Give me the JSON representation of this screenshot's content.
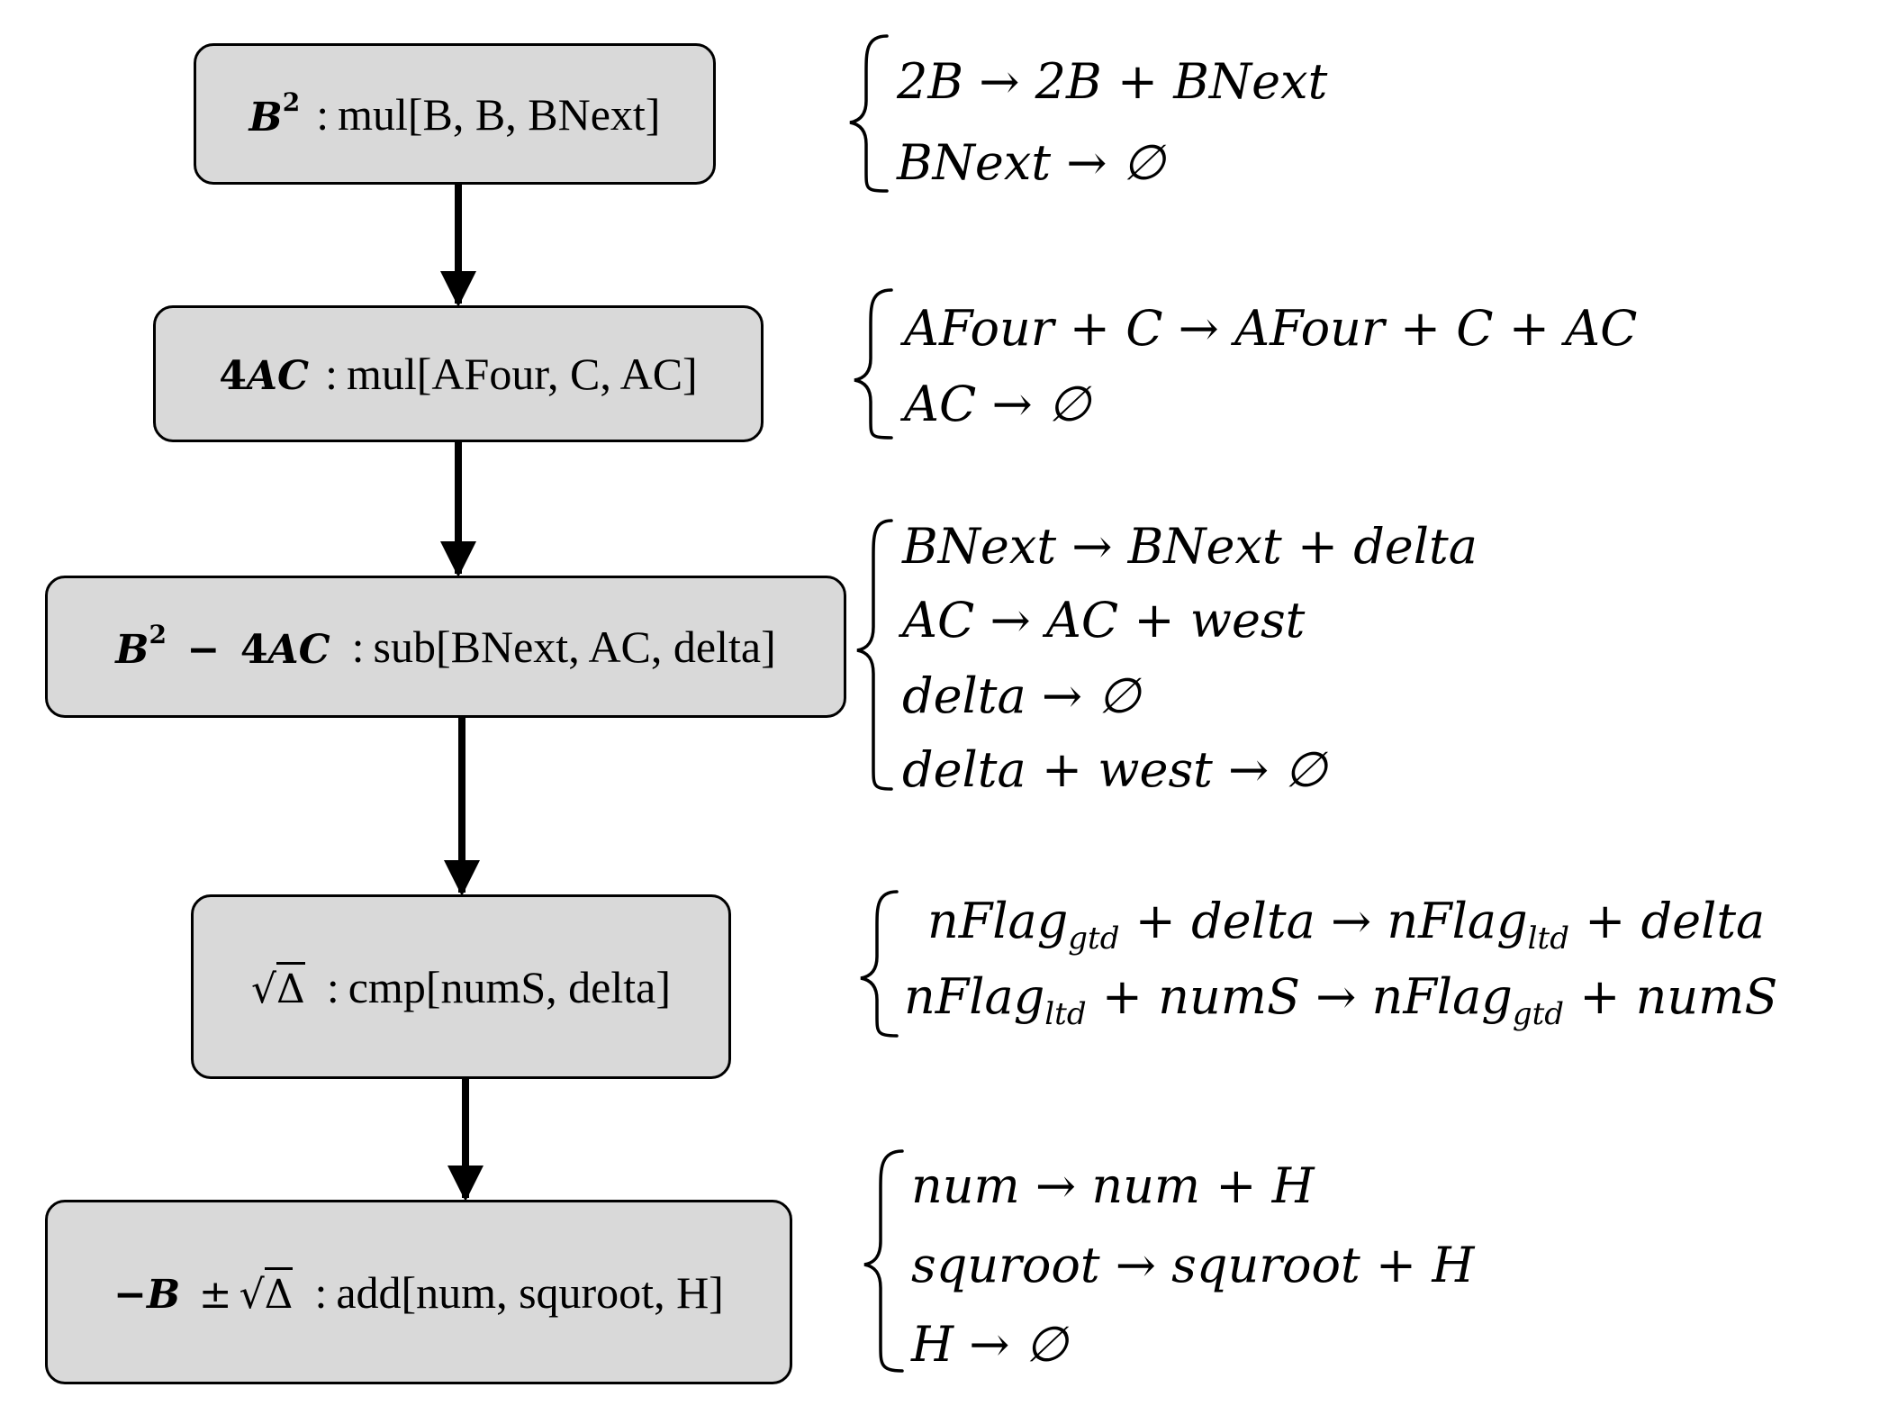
{
  "steps": [
    {
      "id": "b-squared",
      "command": "mul[B, B, BNext]",
      "reactions": [
        "2B → 2B + BNext",
        "BNext → ∅"
      ]
    },
    {
      "id": "four-ac",
      "command": "mul[AFour, C, AC]",
      "reactions": [
        "AFour + C → AFour + C + AC",
        "AC → ∅"
      ]
    },
    {
      "id": "discriminant",
      "command": "sub[BNext, AC, delta]",
      "reactions": [
        "BNext → BNext + delta",
        "AC → AC + west",
        "delta → ∅",
        "delta + west → ∅"
      ]
    },
    {
      "id": "sqrt-delta",
      "command": "cmp[numS, delta]",
      "reactions": [
        "nFlag_gtd + delta → nFlag_ltd + delta",
        "nFlag_ltd + numS → nFlag_gtd + numS"
      ]
    },
    {
      "id": "neg-b-pm-sqrt",
      "command": "add[num, squroot, H]",
      "reactions": [
        "num → num + H",
        "squroot → squroot + H",
        "H → ∅"
      ]
    }
  ],
  "labels": {
    "var_b": "B",
    "var_ac": "AC",
    "num_four": "4",
    "sup_two": "2",
    "delta_symbol": "Δ",
    "sqrt_symbol": "√",
    "minus": "−",
    "plus_minus": "±",
    "colon": ":"
  },
  "reaction_parts": {
    "two": "2",
    "B": "B",
    "BNext": "BNext",
    "AFour": "AFour",
    "C": "C",
    "AC": "AC",
    "delta": "delta",
    "west": "west",
    "nFlag": "nFlag",
    "gtd": "gtd",
    "ltd": "ltd",
    "numS": "numS",
    "num": "num",
    "squroot": "squroot",
    "H": "H",
    "arrow": "→",
    "plus": "+",
    "empty": "∅"
  }
}
